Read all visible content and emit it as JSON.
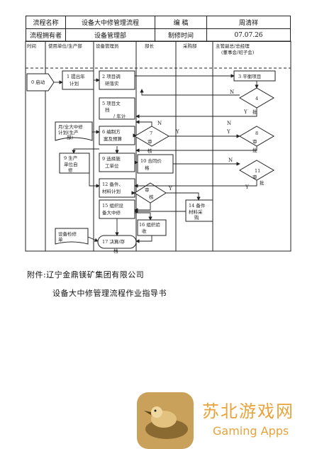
{
  "header": {
    "process_name_label": "流程名称",
    "process_name": "设备大中修管理流程",
    "editor_label": "编 稿",
    "editor": "周清祥",
    "owner_label": "流程拥有者",
    "owner": "设备管理部",
    "date_label": "制修时间",
    "date": "07.07.26"
  },
  "lanes": [
    "时间",
    "使用单位/生产部",
    "设备管理员",
    "部长",
    "采购部",
    "主管副总/总经理",
    "(董事会/班子会)"
  ],
  "nodes": {
    "n0": "0 启动",
    "n1a": "1 提出年",
    "n1b": "计划",
    "n2a": "2 项目调",
    "n2b": "研落实",
    "n3": "3 平衡项目",
    "n4": "4",
    "n4b": "批",
    "n5a": "5 项目文",
    "n5b": "挡",
    "n5c": "/ 年计",
    "n_plan_a": "月/全大中修",
    "n_plan_b": "计划(生产",
    "n_plan_c": "部)",
    "n6a": "6 编制方",
    "n6b": "案及预算",
    "n7": "7",
    "n7b": "审",
    "n7c": "核",
    "n8": "8",
    "n8b": "审",
    "n8c": "批",
    "n9a_a": "9 生产",
    "n9a_b": "单位自",
    "n9a_c": "修",
    "n9b_a": "9 选择施",
    "n9b_b": "工单位",
    "n10a": "10 合同价",
    "n10b": "格",
    "n11": "11",
    "n11b": "审",
    "n11c": "批",
    "n12a": "12 备件、",
    "n12b": "材料计划",
    "n13a": "审",
    "n13b": "核",
    "n14a": "14 备件",
    "n14b": "材料采",
    "n14c": "购",
    "n15a": "15 组织设",
    "n15b": "备大中修",
    "n16a": "16 组织验",
    "n16b": "收",
    "n_archive_a": "设备检修",
    "n_archive_b": "单",
    "n17a": "17 决算/存",
    "n17b": "档",
    "yes": "Y",
    "no": "N"
  },
  "notes": {
    "attachment": "附件:辽宁金鼎镁矿集团有限公司",
    "guide": "设备大中修管理流程作业指导书"
  },
  "watermark": {
    "name": "苏北游戏网",
    "en": "Gaming Apps",
    "color": "#e8a33a"
  }
}
